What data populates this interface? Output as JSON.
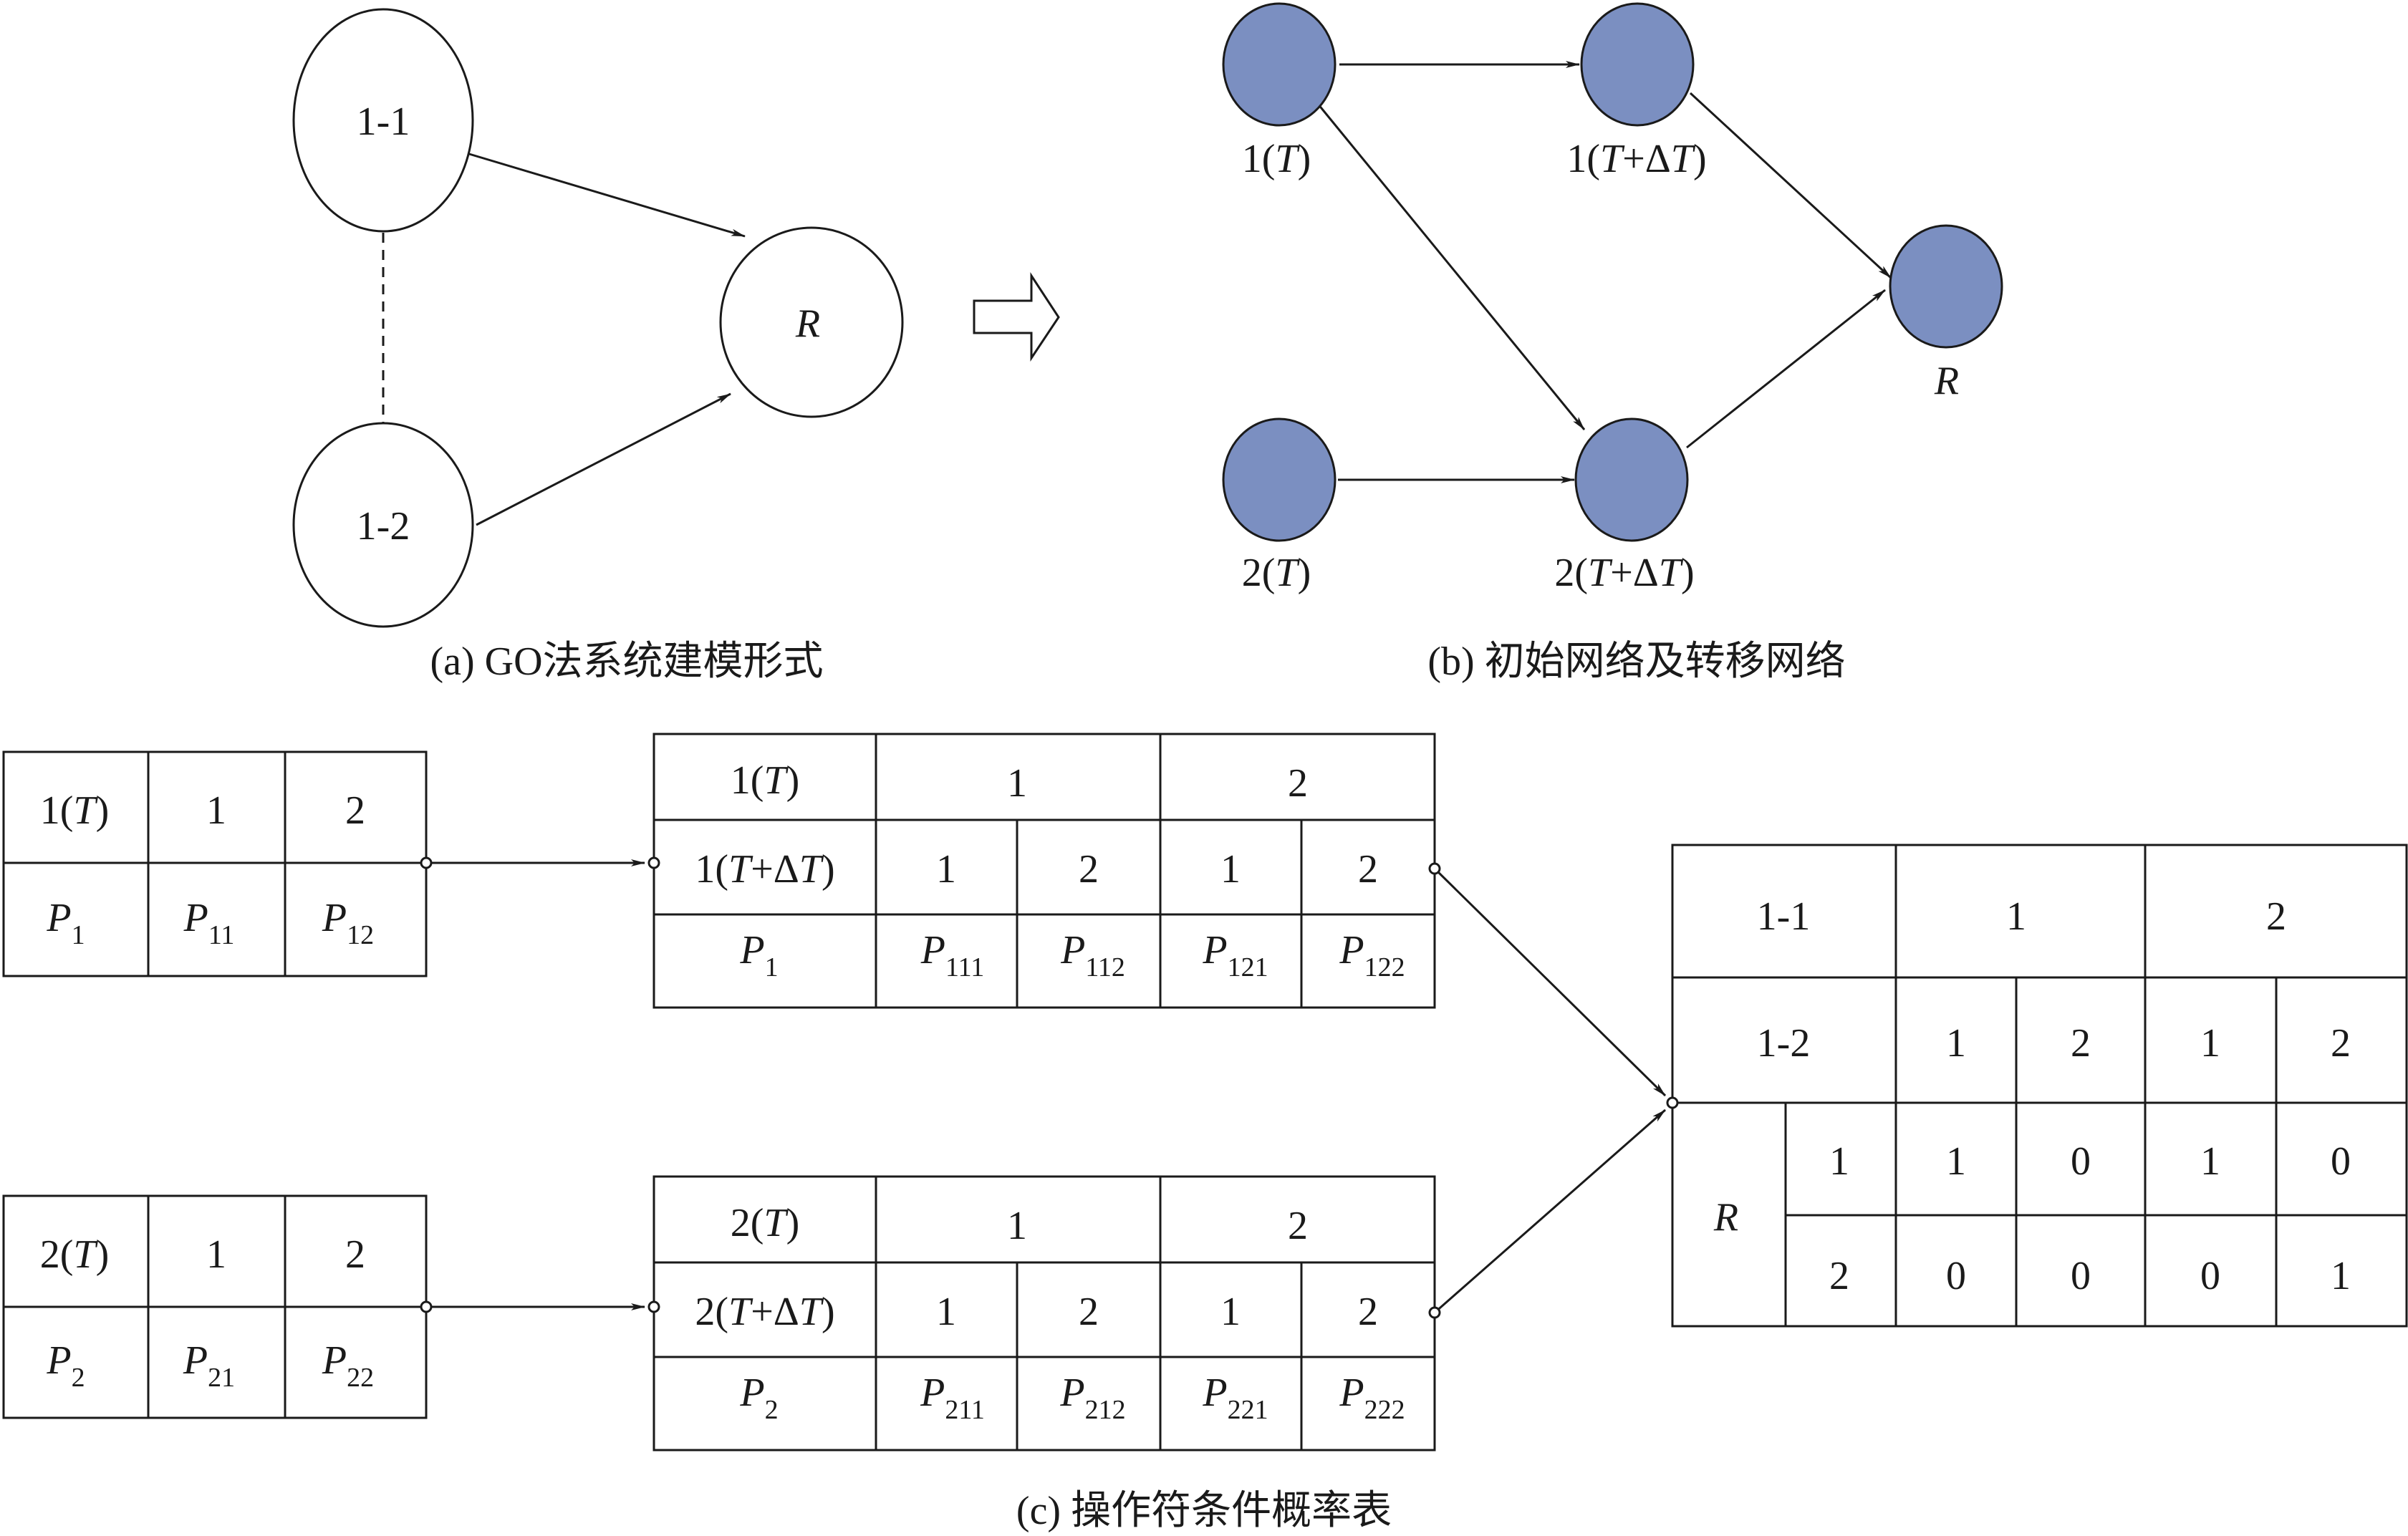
{
  "panel_a": {
    "caption": "(a) GO法系统建模形式",
    "nodes": [
      "1-1",
      "1-2",
      "R"
    ]
  },
  "panel_b": {
    "caption": "(b) 初始网络及转移网络",
    "nodes": {
      "n1T": {
        "num": "1",
        "var": "T"
      },
      "n1TdT": {
        "num": "1",
        "var": "T",
        "plus": "+Δ",
        "var2": "T"
      },
      "n2T": {
        "num": "2",
        "var": "T"
      },
      "n2TdT": {
        "num": "2",
        "var": "T",
        "plus": "+Δ",
        "var2": "T"
      },
      "R": "R"
    },
    "node_color": "#7b8fc1"
  },
  "panel_c": {
    "caption": "(c) 操作符条件概率表",
    "table1": {
      "header": {
        "num": "1",
        "var": "T"
      },
      "values": [
        "1",
        "2"
      ],
      "probs": [
        {
          "p": "P",
          "s": "1"
        },
        {
          "p": "P",
          "s": "11"
        },
        {
          "p": "P",
          "s": "12"
        }
      ]
    },
    "table2": {
      "header": {
        "num": "2",
        "var": "T"
      },
      "values": [
        "1",
        "2"
      ],
      "probs": [
        {
          "p": "P",
          "s": "2"
        },
        {
          "p": "P",
          "s": "21"
        },
        {
          "p": "P",
          "s": "22"
        }
      ]
    },
    "table3": {
      "row1": {
        "num": "1",
        "var": "T"
      },
      "row2": {
        "num": "1",
        "var": "T",
        "plus": "+Δ",
        "var2": "T"
      },
      "top_values": [
        "1",
        "2"
      ],
      "sub_values": [
        "1",
        "2",
        "1",
        "2"
      ],
      "probs": [
        {
          "p": "P",
          "s": "1"
        },
        {
          "p": "P",
          "s": "111"
        },
        {
          "p": "P",
          "s": "112"
        },
        {
          "p": "P",
          "s": "121"
        },
        {
          "p": "P",
          "s": "122"
        }
      ]
    },
    "table4": {
      "row1": {
        "num": "2",
        "var": "T"
      },
      "row2": {
        "num": "2",
        "var": "T",
        "plus": "+Δ",
        "var2": "T"
      },
      "top_values": [
        "1",
        "2"
      ],
      "sub_values": [
        "1",
        "2",
        "1",
        "2"
      ],
      "probs": [
        {
          "p": "P",
          "s": "2"
        },
        {
          "p": "P",
          "s": "211"
        },
        {
          "p": "P",
          "s": "212"
        },
        {
          "p": "P",
          "s": "221"
        },
        {
          "p": "P",
          "s": "222"
        }
      ]
    },
    "table5": {
      "row1_label": "1-1",
      "row2_label": "1-2",
      "r_label": "R",
      "top_values": [
        "1",
        "2"
      ],
      "sub_values": [
        "1",
        "2",
        "1",
        "2"
      ],
      "r_rows": [
        {
          "state": "1",
          "values": [
            "1",
            "0",
            "1",
            "0"
          ]
        },
        {
          "state": "2",
          "values": [
            "0",
            "0",
            "0",
            "1"
          ]
        }
      ]
    }
  }
}
